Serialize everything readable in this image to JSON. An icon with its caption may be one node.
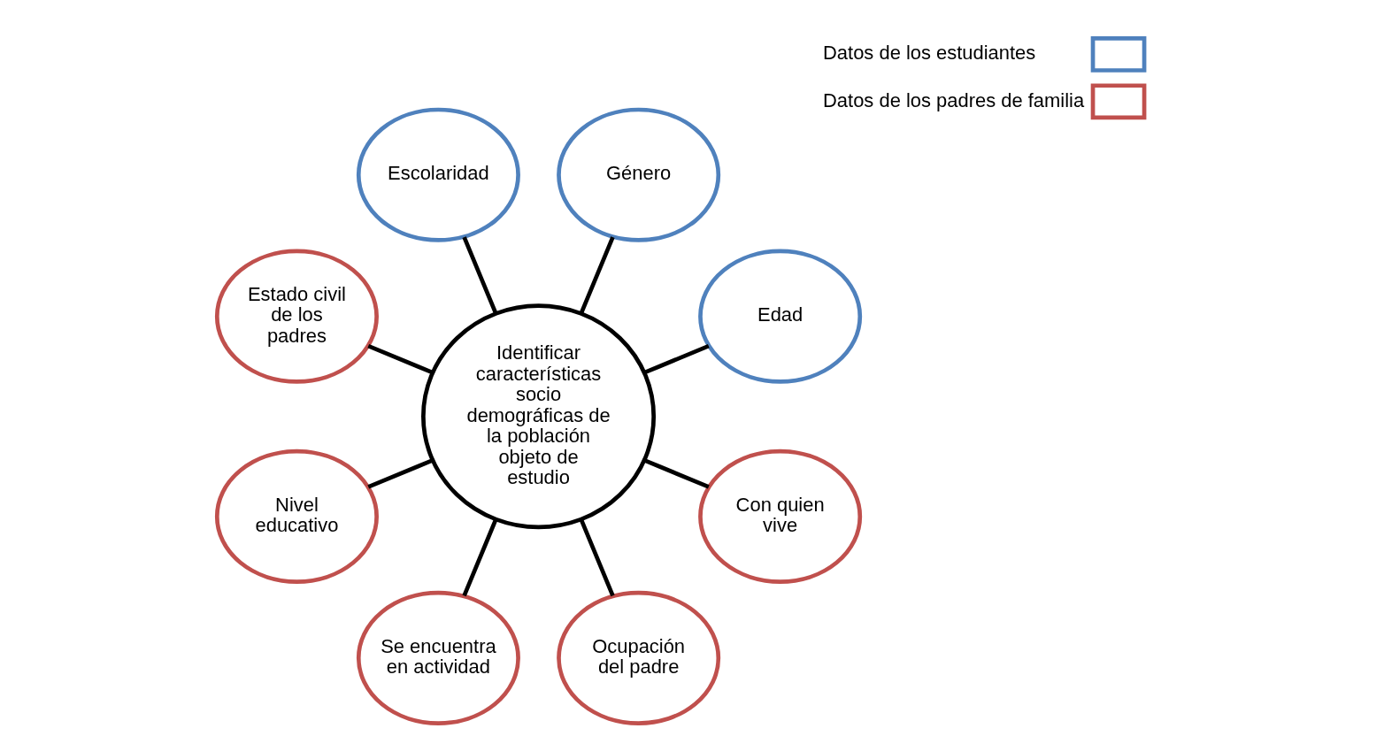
{
  "diagram": {
    "nodes": [
      {
        "text": [
          "Identificar características socio demográficas de la población objeto de estudio"
        ]
      },
      {
        "text": [
          "Edad"
        ]
      },
      {
        "text": [
          "Género"
        ]
      },
      {
        "text": [
          "Escolaridad"
        ]
      },
      {
        "text": [
          "Estado civil de los padres"
        ]
      },
      {
        "text": [
          "Nivel educativo"
        ]
      },
      {
        "text": [
          "Se encuentra en actividad"
        ]
      },
      {
        "text": [
          "Ocupación del padre"
        ]
      },
      {
        "text": [
          "Con quien vive"
        ]
      }
    ],
    "edges": [
      {
        "from": 0,
        "to": 1,
        "arrow": "none"
      },
      {
        "from": 0,
        "to": 2,
        "arrow": "none"
      },
      {
        "from": 0,
        "to": 3,
        "arrow": "none"
      },
      {
        "from": 0,
        "to": 4,
        "arrow": "none"
      },
      {
        "from": 0,
        "to": 5,
        "arrow": "none"
      },
      {
        "from": 0,
        "to": 6,
        "arrow": "none"
      },
      {
        "from": 0,
        "to": 7,
        "arrow": "none"
      },
      {
        "from": 0,
        "to": 8,
        "arrow": "none"
      }
    ],
    "legend": [
      {
        "text": "Datos de los estudiantes",
        "color": "#4f81bd"
      },
      {
        "text": "Datos de los padres de familia",
        "color": "#c0504d"
      }
    ]
  }
}
